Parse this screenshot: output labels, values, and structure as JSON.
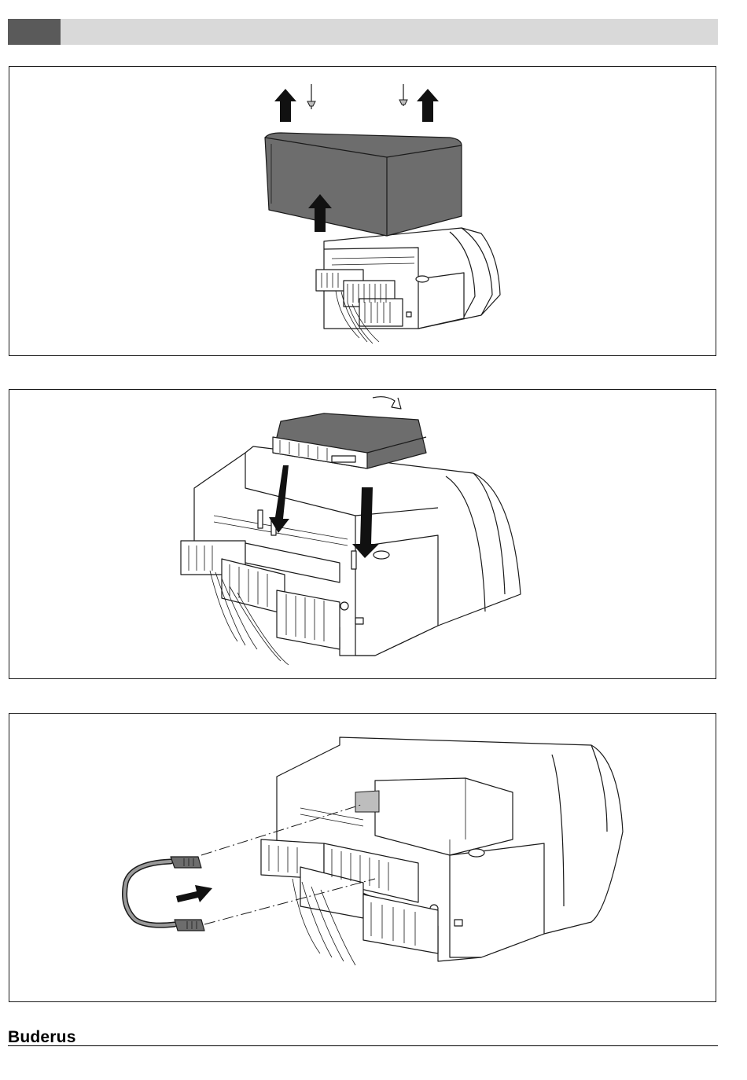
{
  "header": {
    "accent_color": "#5a5a5a",
    "bar_color": "#d9d9d9"
  },
  "figures": [
    {
      "id": "figure-remove-cover"
    },
    {
      "id": "figure-insert-module"
    },
    {
      "id": "figure-connect-cable"
    }
  ],
  "footer": {
    "brand": "Buderus"
  }
}
